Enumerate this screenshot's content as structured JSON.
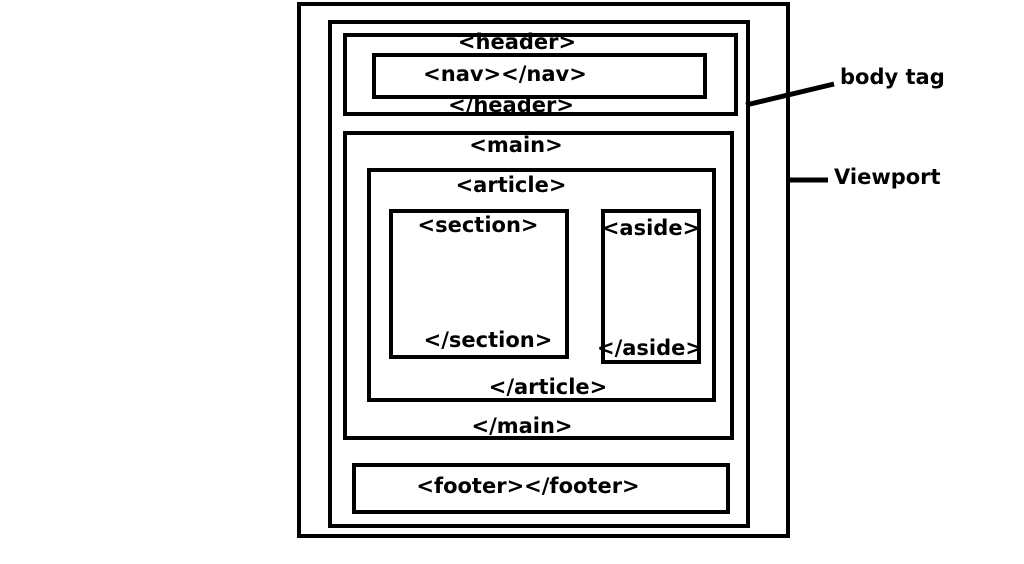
{
  "diagram": {
    "tags": {
      "header_open": "<header>",
      "nav": "<nav></nav>",
      "header_close": "</header>",
      "main_open": "<main>",
      "article_open": "<article>",
      "section_open": "<section>",
      "section_close": "</section>",
      "aside_open": "<aside>",
      "aside_close": "</aside>",
      "article_close": "</article>",
      "main_close": "</main>",
      "footer": "<footer></footer>"
    },
    "callouts": {
      "body": "body tag",
      "viewport": "Viewport"
    },
    "colors": {
      "stroke": "#000000",
      "background": "#ffffff"
    }
  }
}
